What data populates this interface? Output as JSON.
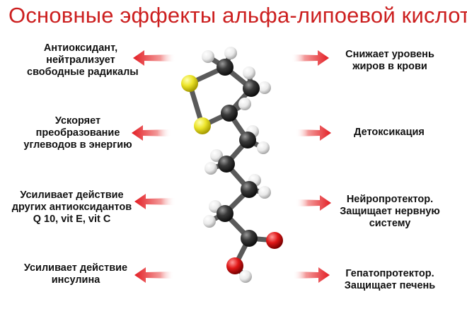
{
  "title": "Основные эффекты альфа-липоевой кислоты",
  "colors": {
    "title": "#cc1f1f",
    "arrow": "#e31e24",
    "carbon": "#2b2b2b",
    "hydrogen": "#f2f2f2",
    "sulfur": "#e8e020",
    "oxygen": "#d81818"
  },
  "left_effects": [
    {
      "lines": [
        "Антиоксидант,",
        "нейтрализует",
        "свободные радикалы"
      ]
    },
    {
      "lines": [
        "Ускоряет",
        "преобразование",
        "углеводов в энергию"
      ]
    },
    {
      "lines": [
        "Усиливает действие",
        "других антиоксидантов",
        "Q 10, vit E, vit C"
      ]
    },
    {
      "lines": [
        "Усиливает действие",
        "инсулина"
      ]
    }
  ],
  "right_effects": [
    {
      "lines": [
        "Снижает уровень",
        "жиров в крови"
      ]
    },
    {
      "lines": [
        "Детоксикация"
      ]
    },
    {
      "lines": [
        "Нейропротектор.",
        "Защищает нервную",
        "систему"
      ]
    },
    {
      "lines": [
        "Гепатопротектор.",
        "Защищает печень"
      ]
    }
  ],
  "icons": {
    "arrow": "red-arrow-icon",
    "molecule": "alpha-lipoic-acid-molecule-icon"
  }
}
